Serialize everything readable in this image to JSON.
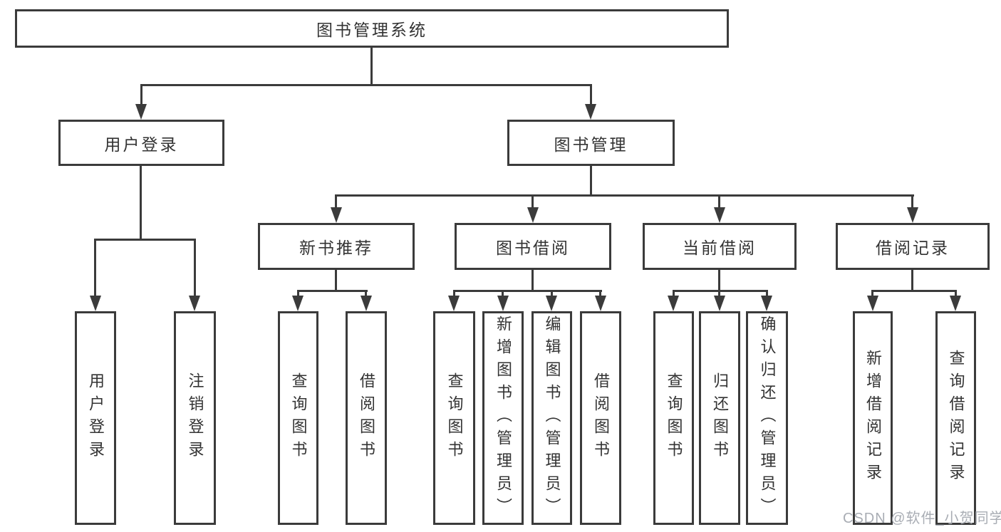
{
  "diagram": {
    "title": "图书管理系统",
    "watermark": "CSDN @软件_小贺同学",
    "colors": {
      "line": "#3b3b3b",
      "text": "#333333",
      "background": "#ffffff",
      "watermark": "#a4a9b0"
    },
    "tree": {
      "label": "图书管理系统",
      "children": [
        {
          "label": "用户登录",
          "children": [
            {
              "label": "用户登录"
            },
            {
              "label": "注销登录"
            }
          ]
        },
        {
          "label": "图书管理",
          "children": [
            {
              "label": "新书推荐",
              "children": [
                {
                  "label": "查询图书"
                },
                {
                  "label": "借阅图书"
                }
              ]
            },
            {
              "label": "图书借阅",
              "children": [
                {
                  "label": "查询图书"
                },
                {
                  "label": "新增图书（管理员）"
                },
                {
                  "label": "编辑图书（管理员）"
                },
                {
                  "label": "借阅图书"
                }
              ]
            },
            {
              "label": "当前借阅",
              "children": [
                {
                  "label": "查询图书"
                },
                {
                  "label": "归还图书"
                },
                {
                  "label": "确认归还（管理员）"
                }
              ]
            },
            {
              "label": "借阅记录",
              "children": [
                {
                  "label": "新增借阅记录"
                },
                {
                  "label": "查询借阅记录"
                }
              ]
            }
          ]
        }
      ]
    }
  }
}
